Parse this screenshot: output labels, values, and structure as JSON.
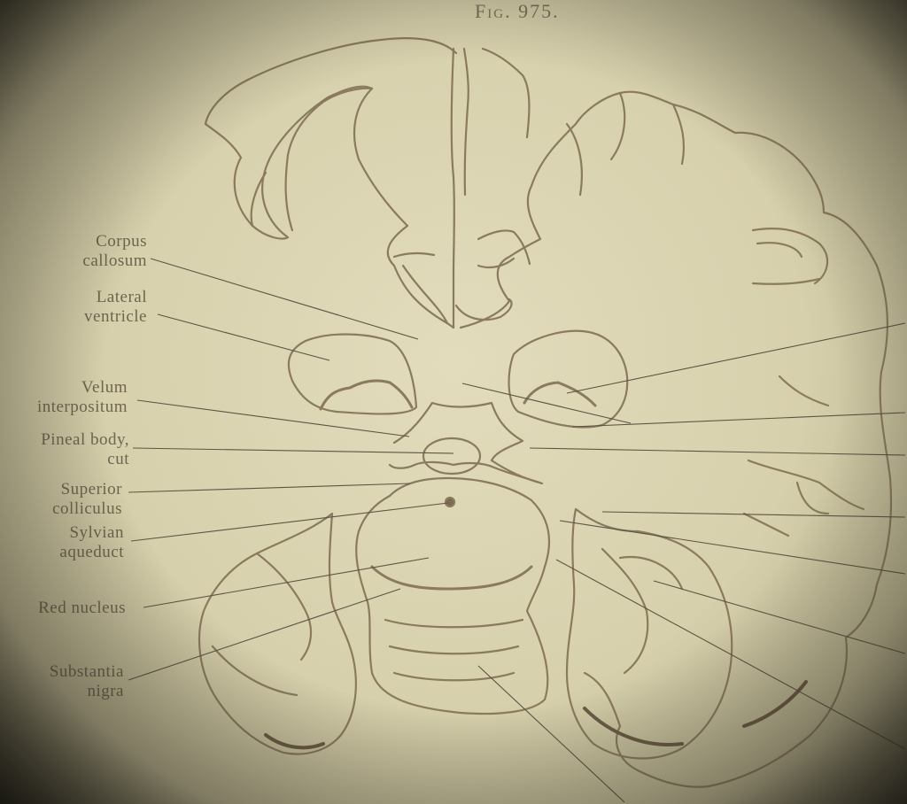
{
  "figure": {
    "title": "Fig. 975."
  },
  "labels": {
    "corpus_callosum": [
      "Corpus",
      "callosum"
    ],
    "lateral_ventricle": [
      "Lateral",
      "ventricle"
    ],
    "velum_interpositum": [
      "Velum",
      "interpositum"
    ],
    "pineal_body": [
      "Pineal body,",
      "cut"
    ],
    "superior_colliculus": [
      "Superior",
      "colliculus"
    ],
    "sylvian_aqueduct": [
      "Sylvian",
      "aqueduct"
    ],
    "red_nucleus": "Red nucleus",
    "substantia_nigra": [
      "Substantia",
      "nigra"
    ]
  },
  "colors": {
    "paper": "#d9d3b0",
    "ink": "#7a6a52",
    "label_text": "#6f6550"
  }
}
